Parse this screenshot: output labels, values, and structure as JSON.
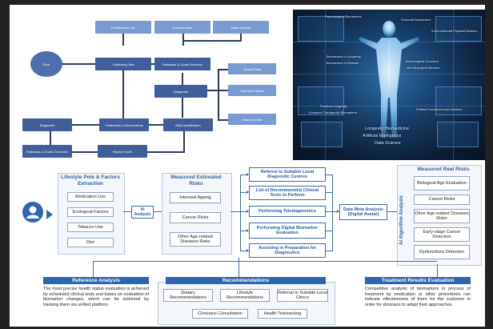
{
  "flowchart": {
    "practical_lab": "Preclinical & Lab",
    "questionnaire": "Questionnaire",
    "smart_devices": "Smart Devices",
    "start": "Start",
    "collecting_data": "Collecting Data",
    "pathways_goals_selection": "Pathways & Goals Selection",
    "diagnostic_mid": "Diagnostic",
    "clinical_data": "Clinical Data",
    "external_factors": "External Factors",
    "smart_devices_2": "Smart Devices",
    "diagnostic_left": "Diagnostic",
    "treatments_interventions": "Treatments & Interventions",
    "risk_identification": "Risk Identification",
    "pathways_goals_correction": "Pathways & Goals Correction",
    "repeat_cycle": "Repeat Cycle"
  },
  "body_image": {
    "psychological_biomarkers": "Psychological Biomarkers",
    "financial_biomarkers": "Financial Biomarkers",
    "environmental_physical_markers": "Environmental Physical Markers",
    "biomarkers_of_longevity": "Biomarkers of Longevity",
    "biomarkers_of_disease": "Biomarkers of Disease",
    "technological_evolution": "Technological Evolution",
    "non_biological_markers": "Non-Biological Markers",
    "practical_longevity": "Practical Longevity",
    "evidence_therapeutic_biomarkers": "Evidence Therapeutic Biomarkers",
    "political_socioeconomic_markers": "Political Socioeconomic Markers",
    "longevity_biomedicine": "Longevity Biomedicine",
    "artificial_intelligence": "Artificial Intelligence",
    "data_science": "Data Science"
  },
  "lifestyle": {
    "title": "Lifestyle Pole & Factors Extraction",
    "items": [
      "Medication Use",
      "Ecological Factors",
      "Tobacco Use",
      "Diet"
    ]
  },
  "ai_analysis": "AI Analysis",
  "measured_estimated": {
    "title": "Measured Estimated Risks",
    "items": [
      "Intensed Ageing",
      "Cancer Risks",
      "Other Age-related Diseases Risks"
    ]
  },
  "center_items": [
    "Referral to Suitable Local Diagnostic Centres",
    "List of Recommended Clinical Tests to Perform",
    "Performing Telediagnostics",
    "Performing Digital Biomarker Evaluation",
    "Assisting in Preparation for Diagnostics"
  ],
  "data_meta_analysis": "Data Meta Analysis (Digital Avatar)",
  "ai_algorithm_analysis": "AI Algorithm Analysis",
  "measured_real": {
    "title": "Measured Real Risks",
    "items": [
      "Biological Age Evaluation",
      "Cancer Risks",
      "Other Age-related Diseases Risks",
      "Early-stage Cancer Detection",
      "Dysfunctions Detection"
    ]
  },
  "reference_analysis": {
    "title": "Reference Analysis",
    "text": "The most precise health status evaluation is achieved by scheduled clinical tests and bases on evaluation of biomarker changes, which can be achieved by tracking them via unified platform."
  },
  "recommendations": {
    "title": "Recommendations",
    "items": [
      "Dietary Recommendations",
      "Lifestyle Recommendations",
      "Referral to Suitable Local Clinics",
      "Clinicians Consultation",
      "Health Teletracking"
    ]
  },
  "treatment_results": {
    "title": "Treatment Results Evaluation",
    "text": "Competitive analysis of biomarkers in process of treatment by medication or other procedures can indicate effectiveness of them for the customer in order for clinicians to adapt their approaches."
  }
}
